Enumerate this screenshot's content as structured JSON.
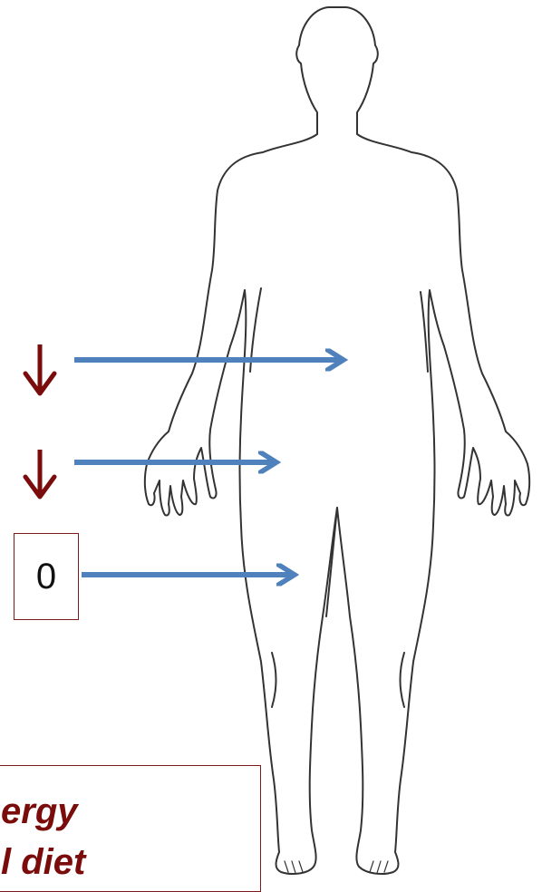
{
  "figure": {
    "outline_color": "#333333",
    "fill_color": "#ffffff",
    "icon": "human-body-outline"
  },
  "indicators": [
    {
      "kind": "down-arrow",
      "color": "#7a0c0c"
    },
    {
      "kind": "down-arrow",
      "color": "#7a0c0c"
    },
    {
      "kind": "value-box",
      "text": "0"
    }
  ],
  "arrow_color": "#4f81bd",
  "caption": {
    "line1": "ergy",
    "line2": "l diet",
    "text_color": "#7a0c0c",
    "border_color": "#7a1a1a"
  }
}
